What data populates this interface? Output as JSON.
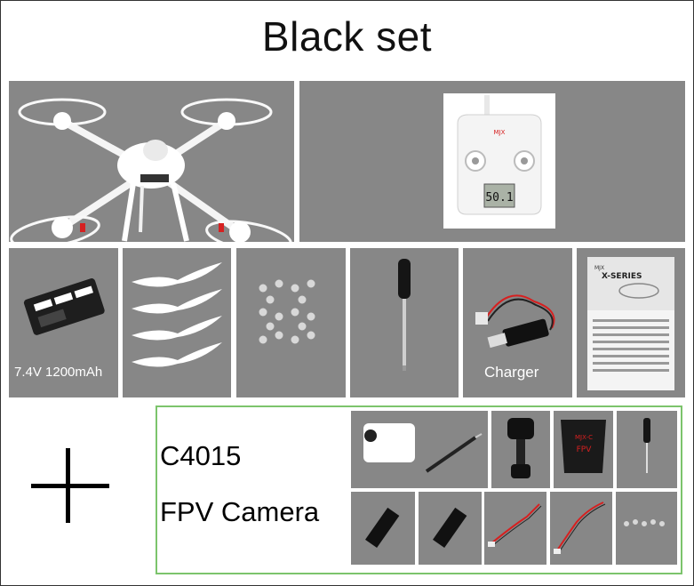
{
  "title": "Black set",
  "row2": {
    "battery_caption": "7.4V 1200mAh",
    "charger_caption": "Charger",
    "manual_brand": "X-SERIES",
    "manual_badge": "MJX"
  },
  "remote": {
    "brand": "MJX",
    "display_value": "50.1"
  },
  "camera": {
    "model": "C4015",
    "name": "FPV Camera",
    "hood_brand": "MJX-C",
    "hood_label": "FPV"
  },
  "colors": {
    "panel_gray": "#878787",
    "green_border": "#7cc46c",
    "accent_red": "#d62020"
  },
  "icons": {
    "plus": "plus-icon"
  }
}
